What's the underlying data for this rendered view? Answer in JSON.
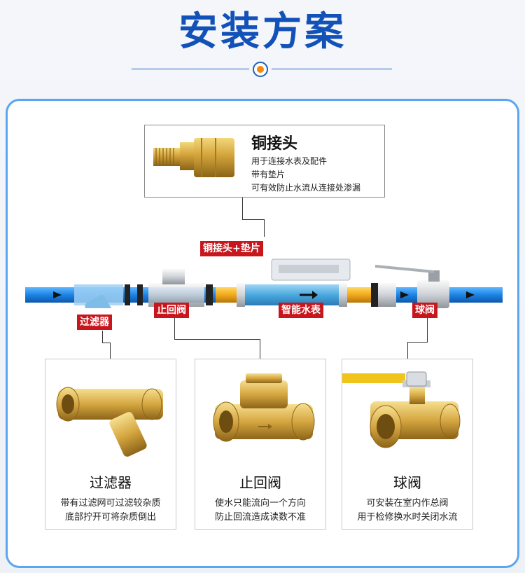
{
  "header": {
    "title": "安装方案"
  },
  "callout": {
    "title": "铜接头",
    "lines": [
      "用于连接水表及配件",
      "带有垫片",
      "可有效防止水流从连接处渗漏"
    ]
  },
  "tags": {
    "copper_joint_gasket": "铜接头+垫片",
    "filter": "过滤器",
    "check_valve": "止回阀",
    "smart_meter": "智能水表",
    "ball_valve": "球阀"
  },
  "products": [
    {
      "name": "过滤器",
      "lines": [
        "带有过滤网可过滤较杂质",
        "底部拧开可将杂质倒出"
      ]
    },
    {
      "name": "止回阀",
      "lines": [
        "使水只能流向一个方向",
        "防止回流造成读数不准"
      ]
    },
    {
      "name": "球阀",
      "lines": [
        "可安装在室内作总阀",
        "用于检修换水时关闭水流"
      ]
    }
  ],
  "colors": {
    "title": "#1252b8",
    "card_border": "#5aa6f0",
    "tag_bg": "#c8161d",
    "accent_dot": "#f28a12",
    "brass": "#d4a63a",
    "pipe": "#1e8ae6"
  }
}
